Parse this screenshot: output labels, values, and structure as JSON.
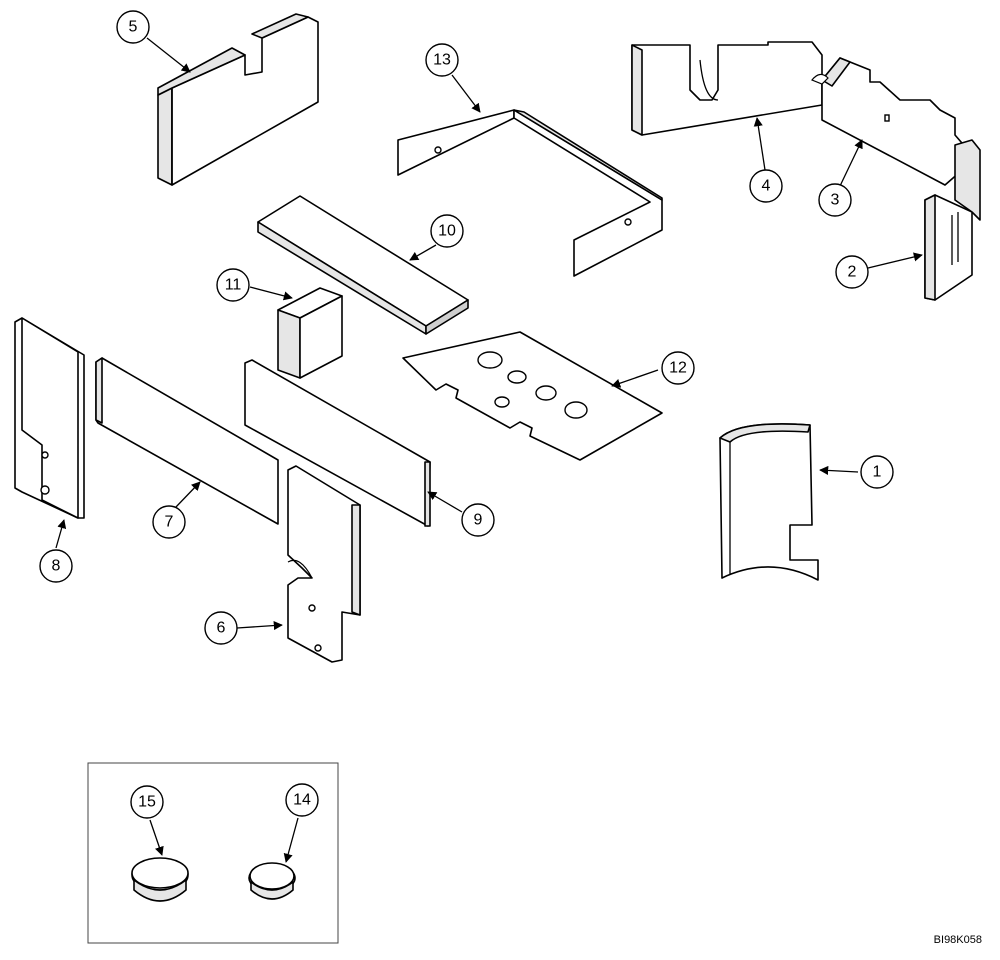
{
  "figure": {
    "code": "BI98K058"
  },
  "callouts": [
    {
      "id": "1",
      "label": "1"
    },
    {
      "id": "2",
      "label": "2"
    },
    {
      "id": "3",
      "label": "3"
    },
    {
      "id": "4",
      "label": "4"
    },
    {
      "id": "5",
      "label": "5"
    },
    {
      "id": "6",
      "label": "6"
    },
    {
      "id": "7",
      "label": "7"
    },
    {
      "id": "8",
      "label": "8"
    },
    {
      "id": "9",
      "label": "9"
    },
    {
      "id": "10",
      "label": "10"
    },
    {
      "id": "11",
      "label": "11"
    },
    {
      "id": "12",
      "label": "12"
    },
    {
      "id": "13",
      "label": "13"
    },
    {
      "id": "14",
      "label": "14"
    },
    {
      "id": "15",
      "label": "15"
    }
  ]
}
